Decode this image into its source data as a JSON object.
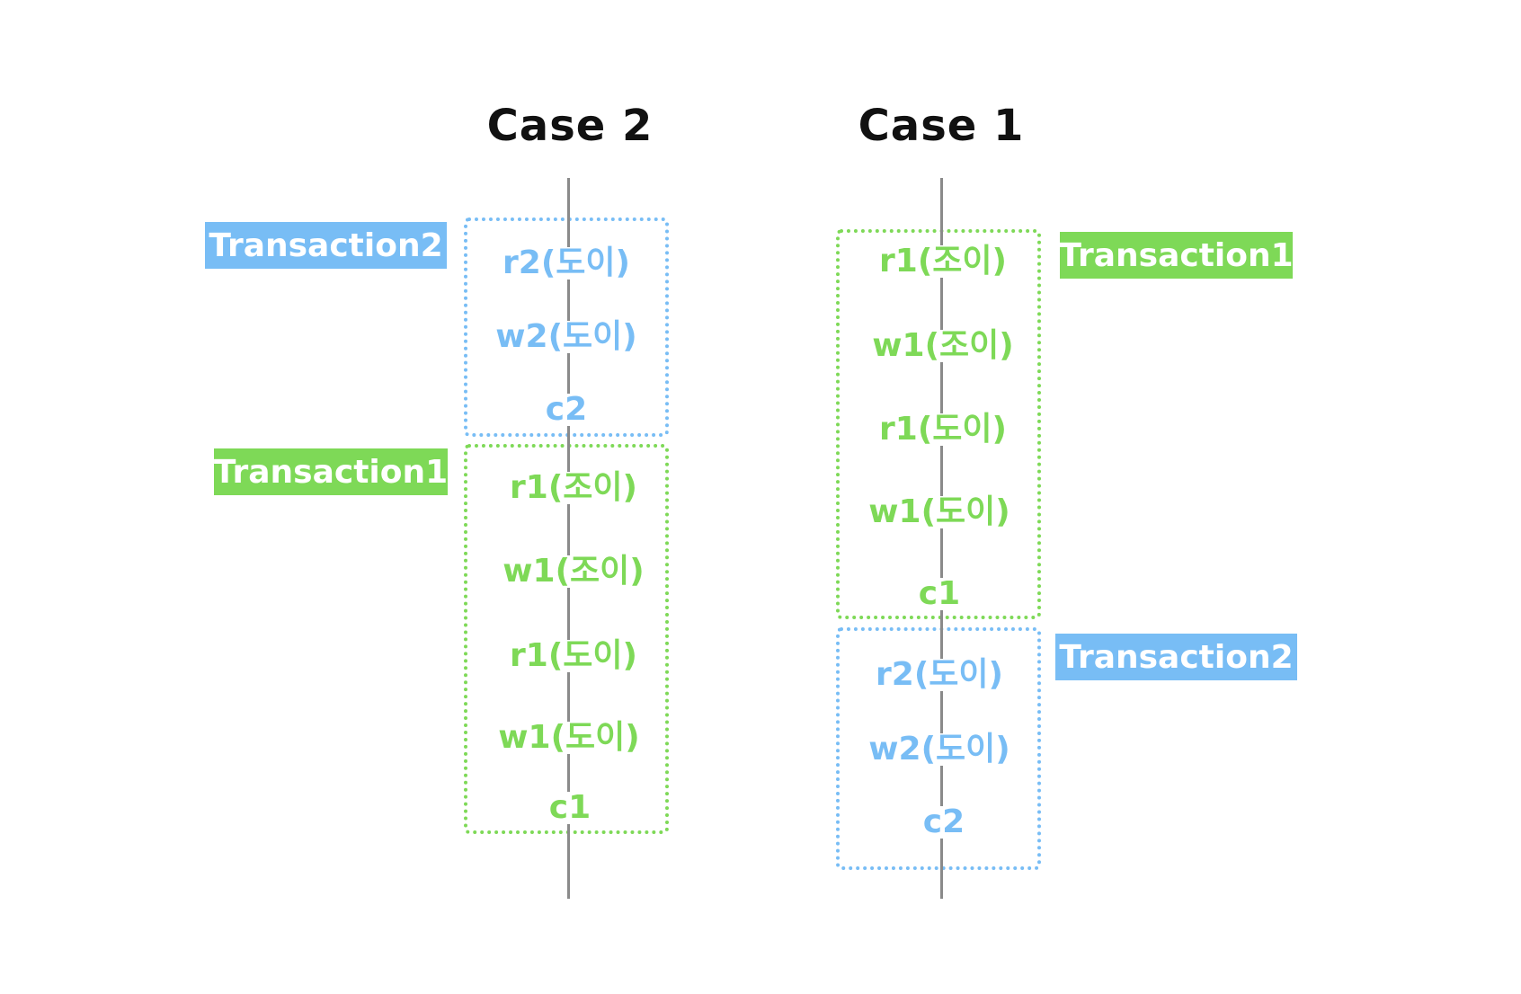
{
  "colors": {
    "transaction1": "#7ed957",
    "transaction2": "#78bdf5",
    "timeline": "#8a8a8a",
    "title": "#111111"
  },
  "case2": {
    "title": "Case 2",
    "blocks": [
      {
        "label": "Transaction2",
        "color_key": "transaction2",
        "ops": [
          "r2(도이)",
          "w2(도이)",
          "c2"
        ]
      },
      {
        "label": "Transaction1",
        "color_key": "transaction1",
        "ops": [
          "r1(조이)",
          "w1(조이)",
          "r1(도이)",
          "w1(도이)",
          "c1"
        ]
      }
    ]
  },
  "case1": {
    "title": "Case 1",
    "blocks": [
      {
        "label": "Transaction1",
        "color_key": "transaction1",
        "ops": [
          "r1(조이)",
          "w1(조이)",
          "r1(도이)",
          "w1(도이)",
          "c1"
        ]
      },
      {
        "label": "Transaction2",
        "color_key": "transaction2",
        "ops": [
          "r2(도이)",
          "w2(도이)",
          "c2"
        ]
      }
    ]
  }
}
